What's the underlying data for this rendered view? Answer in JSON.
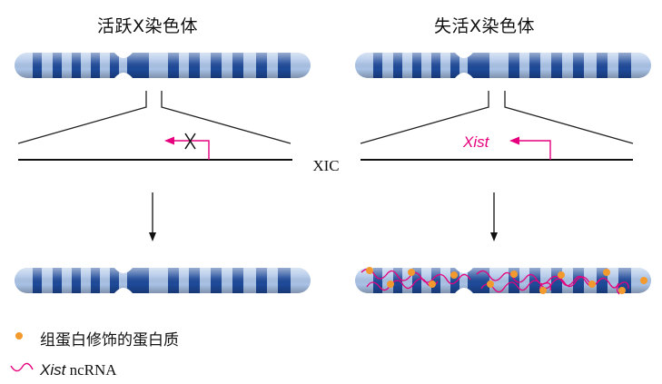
{
  "titles": {
    "active": "活跃X染色体",
    "inactive": "失活X染色体"
  },
  "center_label": "XIC",
  "gene_label": "Xist",
  "legend": {
    "dot_text": "组蛋白修饰的蛋白质",
    "rna_text_italic": "Xist",
    "rna_text_rest": " ncRNA"
  },
  "colors": {
    "band_dark": "#1e4a9a",
    "band_light": "#a9c2e6",
    "magenta": "#e6007e",
    "orange": "#f39a2e"
  },
  "icons": [
    "blocked-arrow-icon",
    "arrow-icon",
    "orange-dot-icon",
    "wavy-rna-icon"
  ]
}
